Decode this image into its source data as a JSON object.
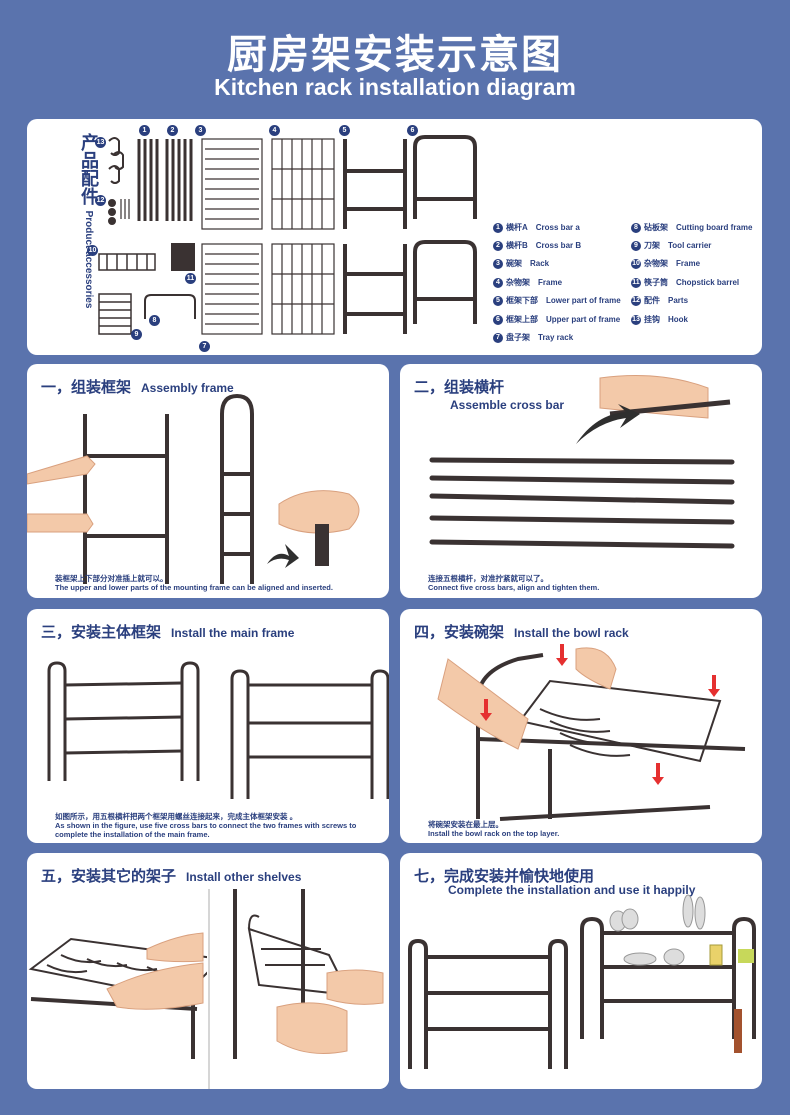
{
  "header": {
    "title_cn": "厨房架安装示意图",
    "title_en": "Kitchen rack installation diagram"
  },
  "accessories": {
    "title_cn": "产品配件",
    "title_en": "Product accessories",
    "callouts": [
      "1",
      "2",
      "3",
      "4",
      "5",
      "6",
      "7",
      "8",
      "9",
      "10",
      "11",
      "12",
      "13"
    ],
    "legend": [
      {
        "num": "1",
        "cn": "横杆A",
        "en": "Cross bar a"
      },
      {
        "num": "2",
        "cn": "横杆B",
        "en": "Cross bar B"
      },
      {
        "num": "3",
        "cn": "碗架",
        "en": "Rack"
      },
      {
        "num": "4",
        "cn": "杂物架",
        "en": "Frame"
      },
      {
        "num": "5",
        "cn": "框架下部",
        "en": "Lower part of frame"
      },
      {
        "num": "6",
        "cn": "框架上部",
        "en": "Upper part of frame"
      },
      {
        "num": "7",
        "cn": "盘子架",
        "en": "Tray rack"
      },
      {
        "num": "8",
        "cn": "砧板架",
        "en": "Cutting board frame"
      },
      {
        "num": "9",
        "cn": "刀架",
        "en": "Tool carrier"
      },
      {
        "num": "10",
        "cn": "杂物架",
        "en": "Frame"
      },
      {
        "num": "11",
        "cn": "筷子筒",
        "en": "Chopstick barrel"
      },
      {
        "num": "12",
        "cn": "配件",
        "en": "Parts"
      },
      {
        "num": "13",
        "cn": "挂钩",
        "en": "Hook"
      }
    ]
  },
  "steps": [
    {
      "title_cn": "一，组装框架",
      "title_en": "Assembly frame",
      "caption_cn": "装框架上下部分对准插上就可以。",
      "caption_en": "The upper and lower parts of the mounting frame can be aligned and inserted."
    },
    {
      "title_cn": "二，组装横杆",
      "title_en": "Assemble cross bar",
      "caption_cn": "连接五根横杆，对准拧紧就可以了。",
      "caption_en": "Connect five cross bars, align and tighten them."
    },
    {
      "title_cn": "三，安装主体框架",
      "title_en": "Install the main frame",
      "caption_cn": "如图所示，用五根横杆把两个框架用螺丝连接起来，完成主体框架安装 。",
      "caption_en": "As shown in the figure, use five cross bars to connect the two frames with screws to complete the installation of the main frame."
    },
    {
      "title_cn": "四，安装碗架",
      "title_en": "Install the bowl rack",
      "caption_cn": "将碗架安装在最上层。",
      "caption_en": "Install the bowl rack on the top layer."
    },
    {
      "title_cn": "五，安装其它的架子",
      "title_en": "Install other shelves"
    },
    {
      "title_cn": "七，完成安装并愉快地使用",
      "title_en": "Complete the installation and use it happily"
    }
  ],
  "colors": {
    "background": "#5a73ad",
    "accent": "#2a3f7e",
    "metal": "#3a3232",
    "arrow": "#e53030"
  }
}
